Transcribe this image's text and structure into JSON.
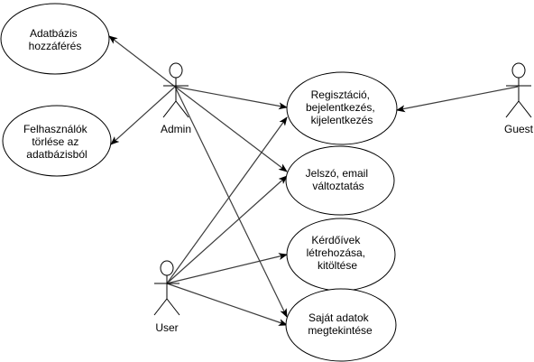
{
  "actors": {
    "admin": {
      "label": "Admin"
    },
    "user": {
      "label": "User"
    },
    "guest": {
      "label": "Guest"
    }
  },
  "use_cases": {
    "db_access": {
      "lines": [
        "Adatbázis",
        "hozzáférés"
      ]
    },
    "delete_users": {
      "lines": [
        "Felhasználók",
        "törlése az",
        "adatbázisból"
      ]
    },
    "register": {
      "lines": [
        "Regisztáció,",
        "bejelentkezés,",
        "kijelentkezés"
      ]
    },
    "change_pw": {
      "lines": [
        "Jelszó, email",
        "változtatás"
      ]
    },
    "questionnaires": {
      "lines": [
        "Kérdőívek",
        "létrehozása,",
        "kitöltése"
      ]
    },
    "own_data": {
      "lines": [
        "Saját adatok",
        "megtekintése"
      ]
    }
  },
  "connections": [
    {
      "from": "admin",
      "to": "db_access",
      "arrow": true
    },
    {
      "from": "admin",
      "to": "delete_users",
      "arrow": true
    },
    {
      "from": "admin",
      "to": "register",
      "arrow": true
    },
    {
      "from": "admin",
      "to": "change_pw",
      "arrow": true
    },
    {
      "from": "admin",
      "to": "own_data",
      "arrow": true
    },
    {
      "from": "user",
      "to": "register",
      "arrow": true
    },
    {
      "from": "user",
      "to": "change_pw",
      "arrow": true
    },
    {
      "from": "user",
      "to": "questionnaires",
      "arrow": true
    },
    {
      "from": "user",
      "to": "own_data",
      "arrow": true
    },
    {
      "from": "guest",
      "to": "register",
      "arrow": true
    }
  ]
}
